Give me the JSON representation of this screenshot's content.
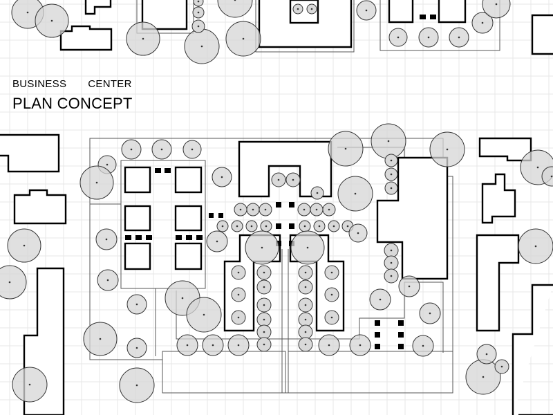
{
  "title": {
    "line1_a": "BUSINESS",
    "line1_b": "CENTER",
    "line2": "PLAN CONCEPT"
  },
  "style": {
    "background": "#ffffff",
    "grid_color": "#e7e7e7",
    "line_color": "#000000",
    "tree_fill": "#d6d6d6"
  }
}
